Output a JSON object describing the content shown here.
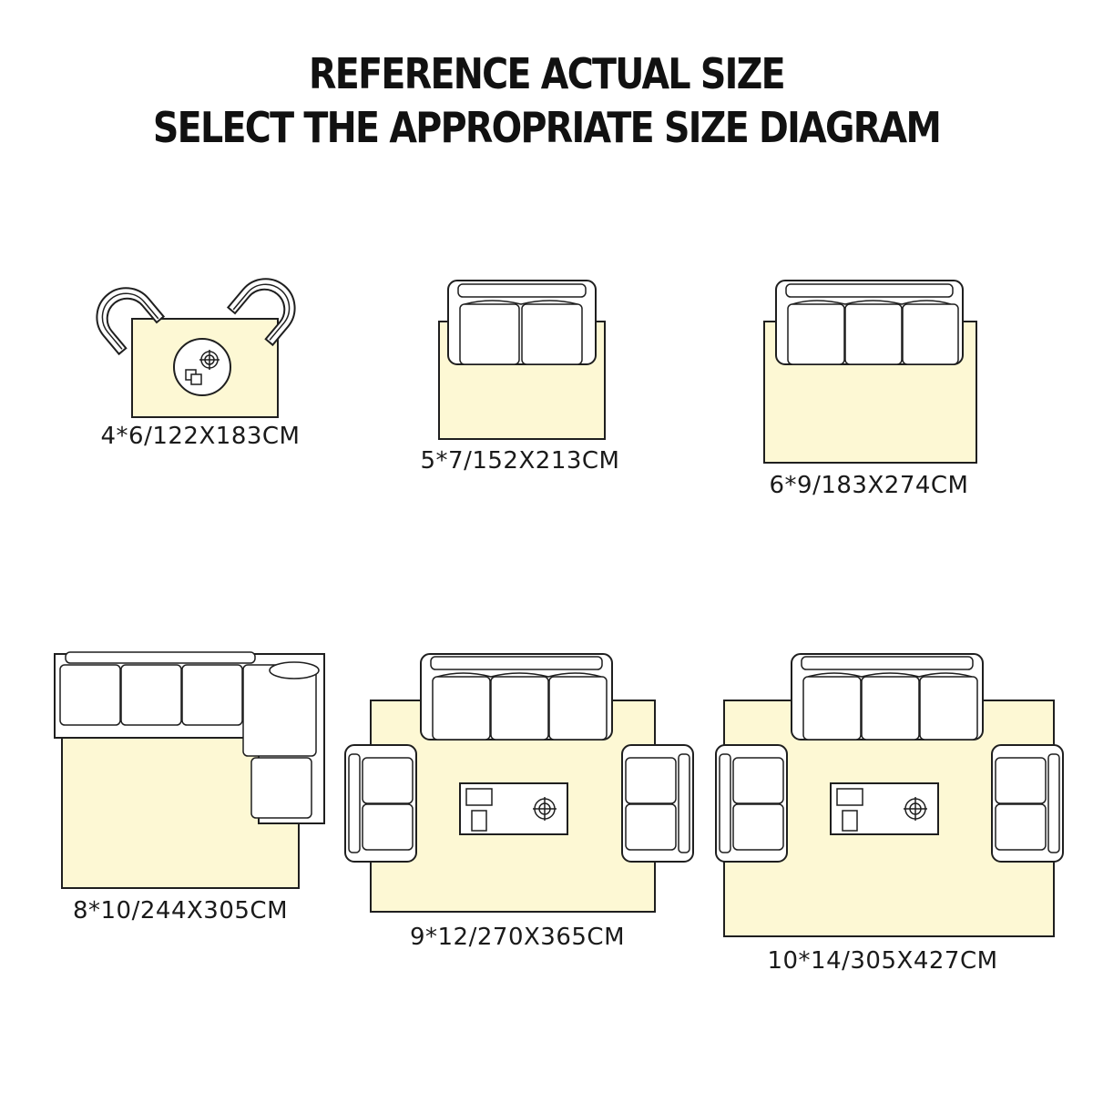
{
  "header": {
    "line1": "REFERENCE ACTUAL SIZE",
    "line2": "SELECT THE APPROPRIATE SIZE DIAGRAM"
  },
  "colors": {
    "rug_fill": "#fdf8d4",
    "outline": "#1f1f1f",
    "furniture_fill": "#ffffff"
  },
  "sizes": [
    {
      "label": "4*6/122X183CM"
    },
    {
      "label": "5*7/152X213CM"
    },
    {
      "label": "6*9/183X274CM"
    },
    {
      "label": "8*10/244X305CM"
    },
    {
      "label": "9*12/270X365CM"
    },
    {
      "label": "10*14/305X427CM"
    }
  ]
}
